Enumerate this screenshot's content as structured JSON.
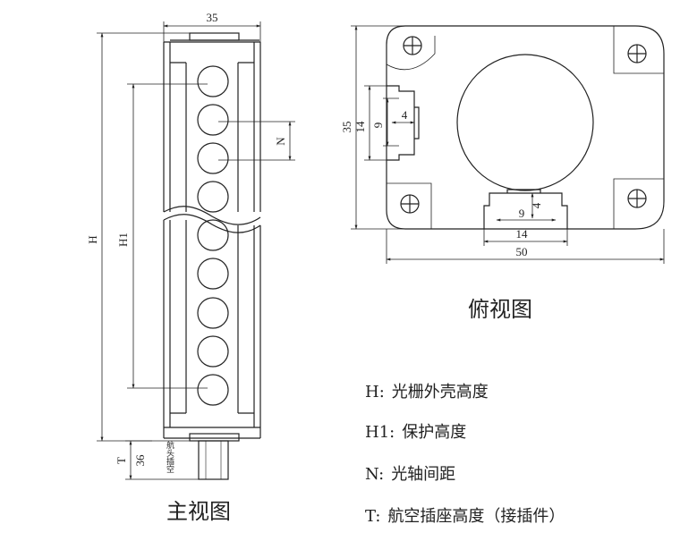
{
  "front_view": {
    "caption": "主视图",
    "dims": {
      "width": "35",
      "height": "H",
      "protect_height": "H1",
      "pitch": "N",
      "connector": "T",
      "connector_value": "36"
    },
    "connector_label": "航头插空"
  },
  "top_view": {
    "caption": "俯视图",
    "dims": {
      "height": "35",
      "left_slot_outer": "14",
      "left_slot_inner": "9",
      "left_slot_depth": "4",
      "bottom_slot_depth": "4",
      "bottom_slot_inner": "9",
      "bottom_slot_outer": "14",
      "width": "50"
    }
  },
  "legend": [
    {
      "key": "H:",
      "text": "光栅外壳高度"
    },
    {
      "key": "H1:",
      "text": "保护高度"
    },
    {
      "key": "N:",
      "text": "光轴间距"
    },
    {
      "key": "T:",
      "text": "航空插座高度（接插件）"
    }
  ]
}
